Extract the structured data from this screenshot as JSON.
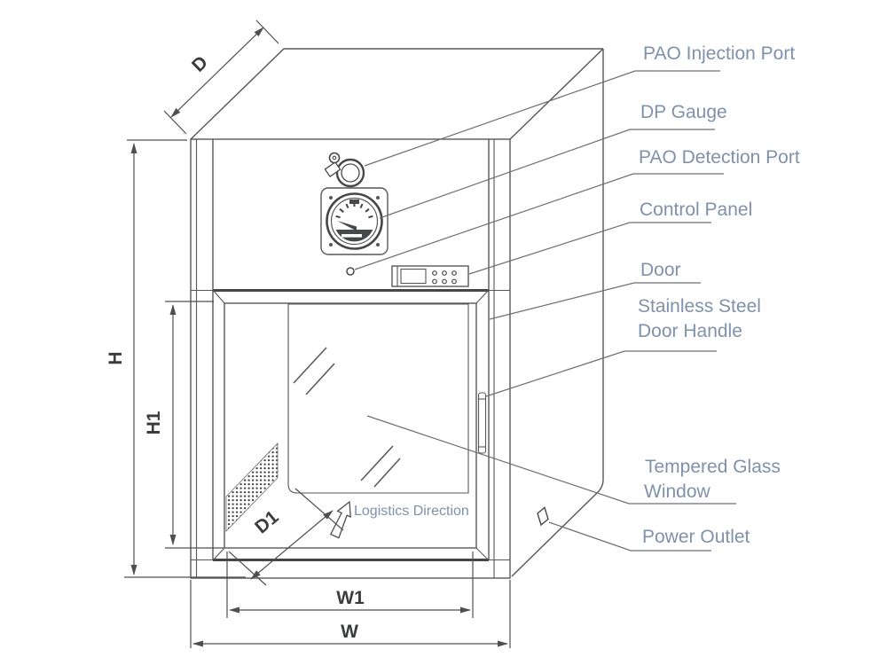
{
  "diagram_type": "technical-line-drawing",
  "callouts": {
    "pao_injection_port": "PAO Injection Port",
    "dp_gauge": "DP Gauge",
    "pao_detection_port": "PAO Detection Port",
    "control_panel": "Control Panel",
    "door": "Door",
    "door_handle_line1": "Stainless Steel",
    "door_handle_line2": "Door Handle",
    "tempered_glass_line1": "Tempered Glass",
    "tempered_glass_line2": "Window",
    "power_outlet": "Power Outlet"
  },
  "annotations": {
    "logistics_direction": "Logistics Direction"
  },
  "dimensions": {
    "depth": "D",
    "height": "H",
    "inner_height": "H1",
    "inner_depth": "D1",
    "inner_width": "W1",
    "width": "W"
  },
  "colors": {
    "background": "#ffffff",
    "drawing_line": "#56575a",
    "thick_line": "#45464a",
    "dimension_text": "#3b3c3e",
    "callout_text": "#7f91ab",
    "leader_line": "#6e6f72"
  }
}
